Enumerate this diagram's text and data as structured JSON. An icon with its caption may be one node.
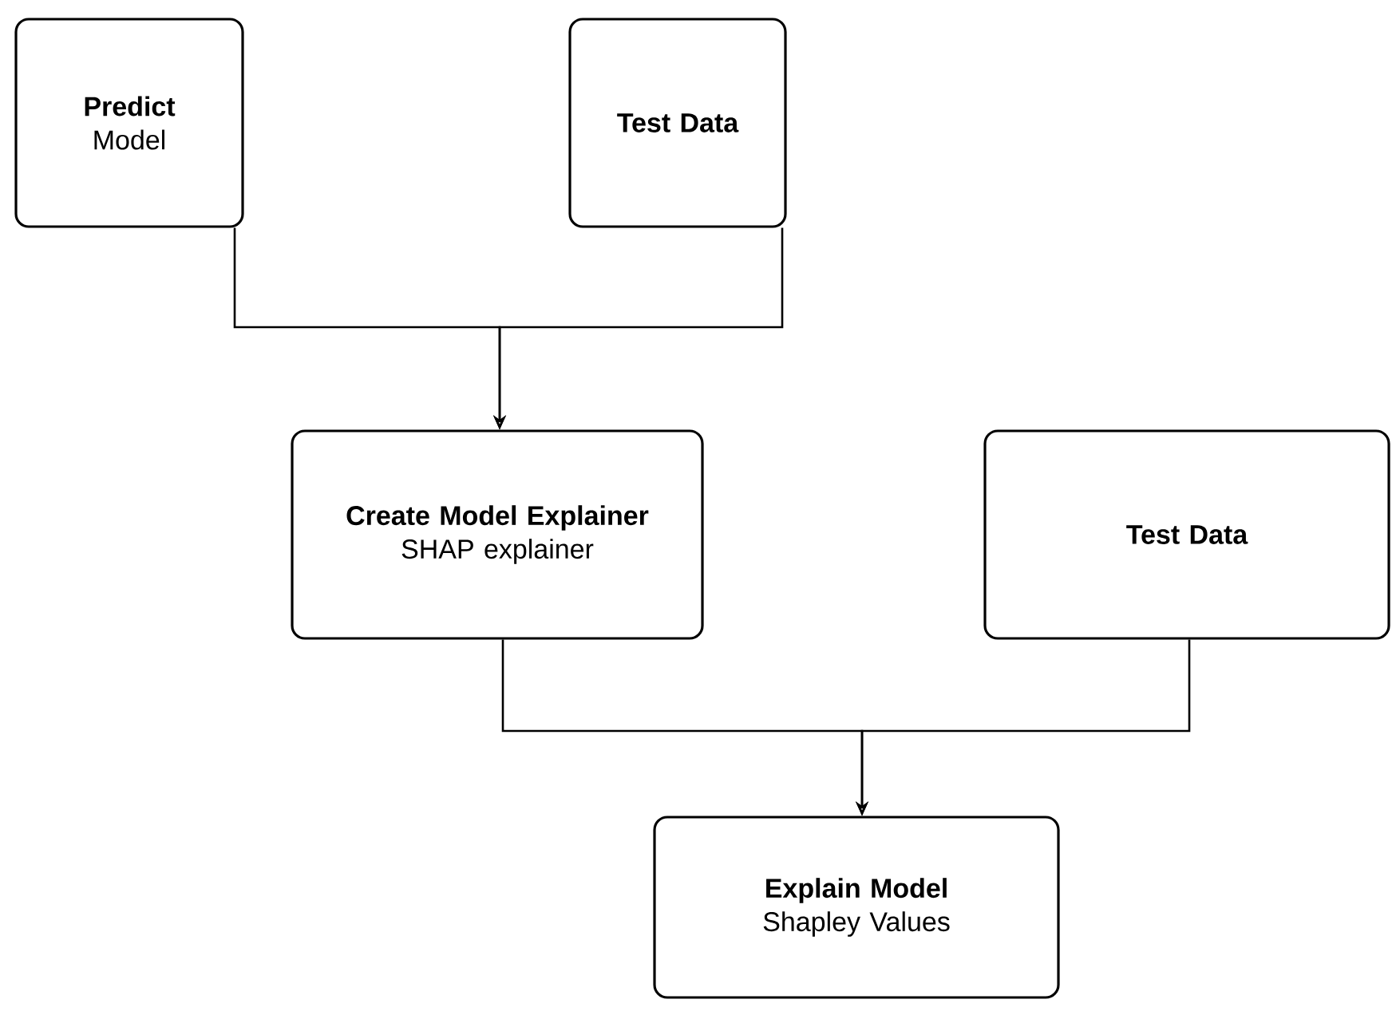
{
  "diagram": {
    "nodes": [
      {
        "text": [
          "Predict",
          "Model"
        ]
      },
      {
        "text": [
          "Test Data"
        ]
      },
      {
        "text": [
          "Create Model Explainer",
          "SHAP explainer"
        ]
      },
      {
        "text": [
          "Test Data"
        ]
      },
      {
        "text": [
          "Explain Model",
          "Shapley Values"
        ]
      }
    ],
    "edges": [
      {
        "from": 0,
        "to": 2,
        "arrow": "to"
      },
      {
        "from": 1,
        "to": 2,
        "arrow": "to"
      },
      {
        "from": 2,
        "to": 4,
        "arrow": "to"
      },
      {
        "from": 3,
        "to": 4,
        "arrow": "to"
      }
    ]
  }
}
